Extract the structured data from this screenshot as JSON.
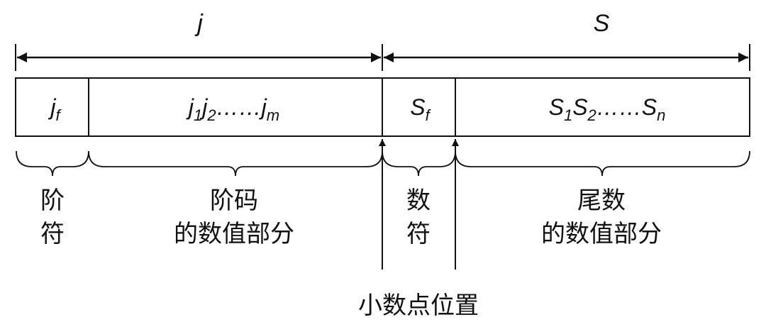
{
  "exponent_span": {
    "label": "j"
  },
  "mantissa_span": {
    "label": "S"
  },
  "cells": {
    "exp_sign": {
      "base": "j",
      "sub": "f"
    },
    "exp_digits": {
      "t1": "j",
      "s1": "1",
      "t2": "j",
      "s2": "2",
      "dots": "……",
      "t3": "j",
      "s3": "m"
    },
    "man_sign": {
      "base": "S",
      "sub": "f"
    },
    "man_digits": {
      "t1": "S",
      "s1": "1",
      "t2": "S",
      "s2": "2",
      "dots": "……",
      "t3": "S",
      "s3": "n"
    }
  },
  "labels": {
    "exp_sign": {
      "line1": "阶",
      "line2": "符"
    },
    "exp_value": {
      "line1": "阶码",
      "line2": "的数值部分"
    },
    "man_sign": {
      "line1": "数",
      "line2": "符"
    },
    "man_value": {
      "line1": "尾数",
      "line2": "的数值部分"
    }
  },
  "decimal_point": {
    "label": "小数点位置"
  },
  "colors": {
    "stroke": "#111111",
    "background": "#ffffff"
  }
}
